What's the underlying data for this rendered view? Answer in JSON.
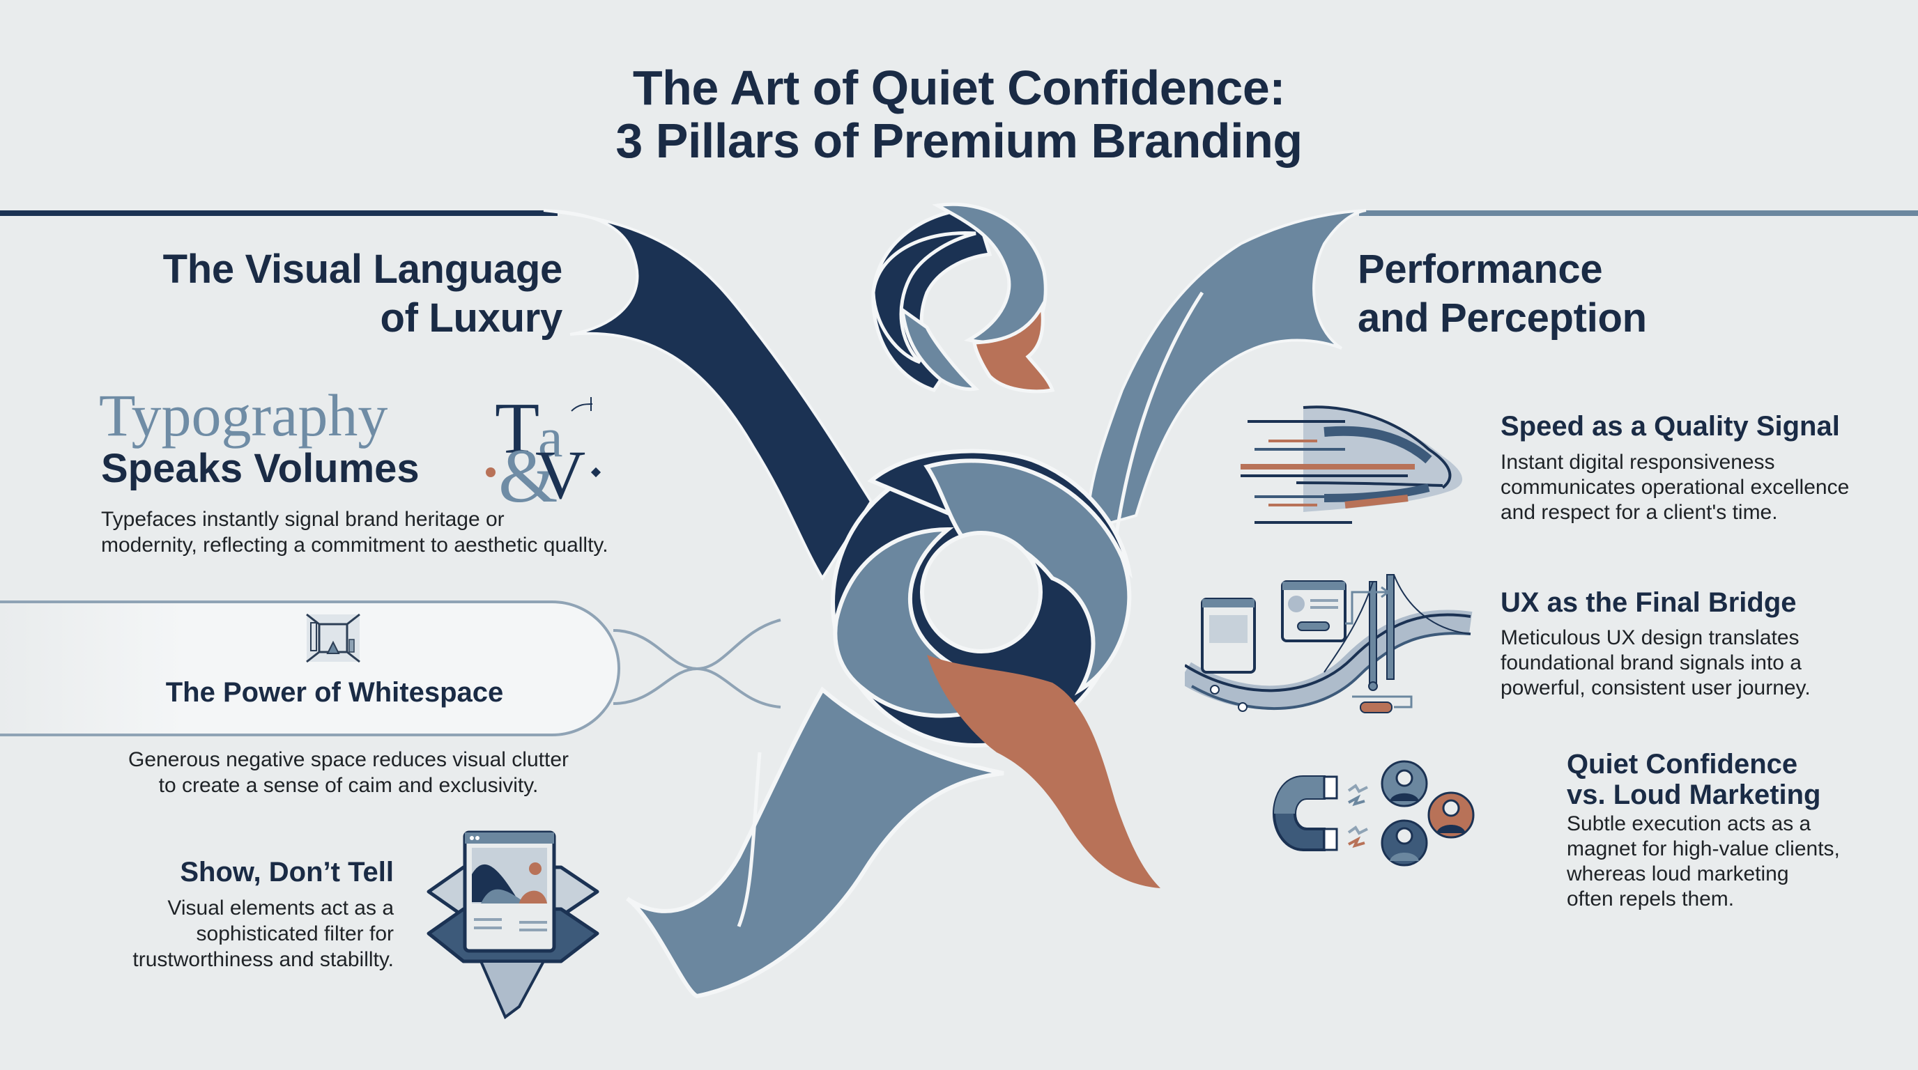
{
  "title": {
    "line1": "The Art of Quiet Confidence:",
    "line2": "3 Pillars of Premium Branding"
  },
  "colors": {
    "navy": "#1b3253",
    "slate": "#6b879f",
    "terracotta": "#b87258",
    "background": "#e9eced",
    "text": "#1a2b45"
  },
  "left_pillar": {
    "heading_line1": "The Visual Language",
    "heading_line2": "of Luxury",
    "items": [
      {
        "title_serif": "Typography",
        "title_sans": "Speaks Volumes",
        "icon": "typography-monogram-icon",
        "monogram": "T a & V",
        "description_line1": "Typefaces instantly signal brand heritage or",
        "description_line2": "modernity, reflecting a commitment to aesthetic quallty."
      },
      {
        "title": "The Power of Whitespace",
        "icon": "empty-room-icon",
        "description_line1": "Generous negative space reduces visual clutter",
        "description_line2": "to create a sense of caim and exclusivity."
      },
      {
        "title": "Show, Don’t Tell",
        "icon": "browser-funnel-icon",
        "description_line1": "Visual elements act as a",
        "description_line2": "sophisticated filter for",
        "description_line3": "trustworthiness and stabillty."
      }
    ]
  },
  "right_pillar": {
    "heading_line1": "Performance",
    "heading_line2": "and Perception",
    "items": [
      {
        "title": "Speed as a Quality Signal",
        "icon": "speeding-train-icon",
        "description_line1": "Instant digital responsiveness",
        "description_line2": "communicates operational excellence",
        "description_line3": "and respect for a client's time."
      },
      {
        "title": "UX as the Final Bridge",
        "icon": "ux-bridge-icon",
        "description_line1": "Meticulous UX design translates",
        "description_line2": "foundational brand signals into a",
        "description_line3": "powerful, consistent user journey."
      },
      {
        "title_line1": "Quiet Confidence",
        "title_line2": "vs. Loud Marketing",
        "icon": "magnet-clients-icon",
        "description_line1": "Subtle execution acts as a",
        "description_line2": "magnet for high-value clients,",
        "description_line3": "whereas loud marketing",
        "description_line4": "often repels them."
      }
    ]
  },
  "center_graphic": {
    "icon": "q-monogram-logo-icon",
    "icon2": "swirl-knot-icon"
  }
}
